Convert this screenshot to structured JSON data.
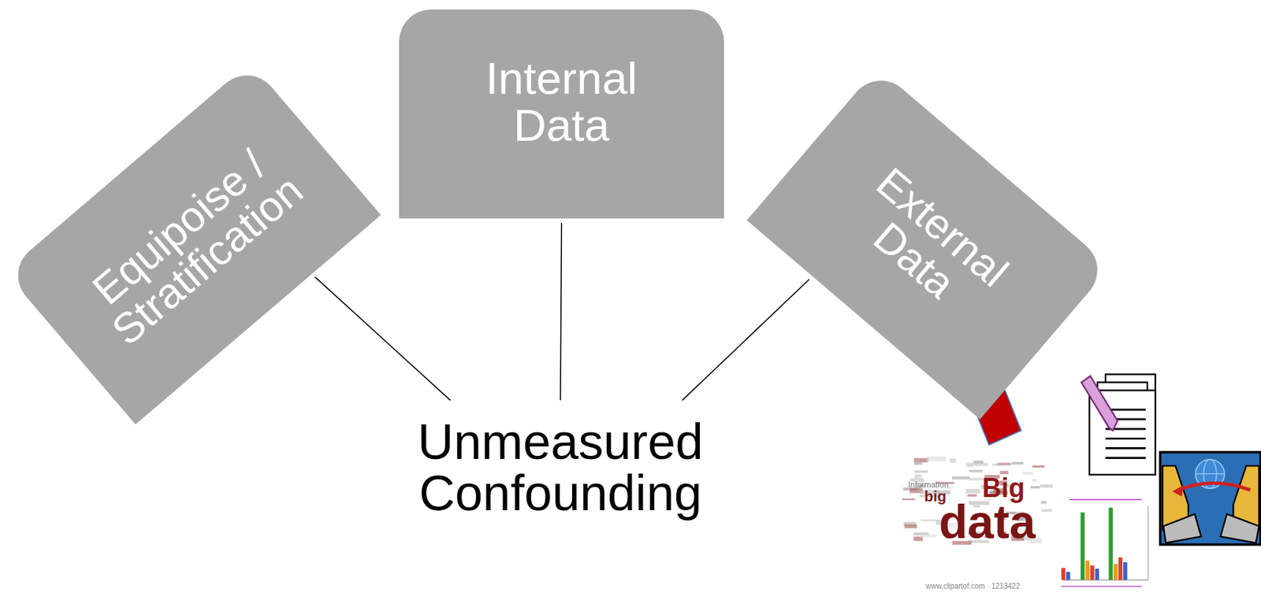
{
  "diagram": {
    "nodes": [
      {
        "text": [
          "Equipoise / Stratification"
        ]
      },
      {
        "text": [
          "Internal Data"
        ]
      },
      {
        "text": [
          "External Data"
        ]
      },
      {
        "text": [
          "Unmeasured Confounding"
        ]
      }
    ],
    "edges": [
      {
        "from": 0,
        "to": 3,
        "arrow": "none"
      },
      {
        "from": 1,
        "to": 3,
        "arrow": "none"
      },
      {
        "from": 2,
        "to": 3,
        "arrow": "none"
      }
    ],
    "labels": [
      "Information",
      "big",
      "Big",
      "data",
      "www.clipartof.com · 1213422"
    ]
  }
}
